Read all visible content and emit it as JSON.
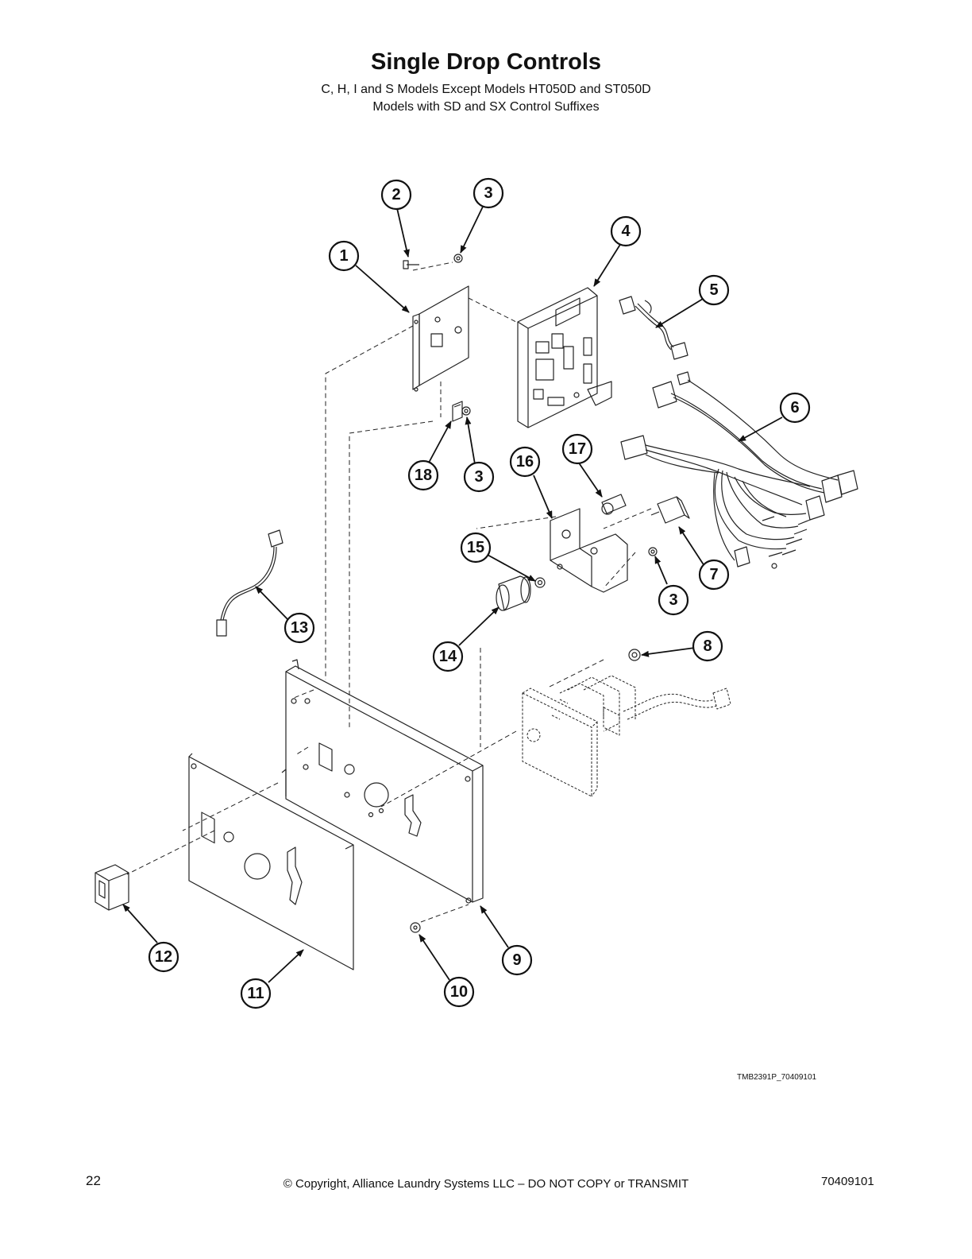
{
  "title": "Single Drop Controls",
  "subtitle_lines": [
    "C, H, I and S Models Except Models HT050D and ST050D",
    "Models with SD and SX Control Suffixes"
  ],
  "callouts": [
    "1",
    "2",
    "3",
    "4",
    "5",
    "6",
    "7",
    "8",
    "9",
    "10",
    "11",
    "12",
    "13",
    "14",
    "15",
    "16",
    "17",
    "18",
    "3",
    "3"
  ],
  "drawing_id": "TMB2391P_70409101",
  "footer": {
    "page_number": "22",
    "copyright": "© Copyright, Alliance Laundry Systems LLC – DO NOT COPY or TRANSMIT",
    "document_number": "70409101"
  }
}
